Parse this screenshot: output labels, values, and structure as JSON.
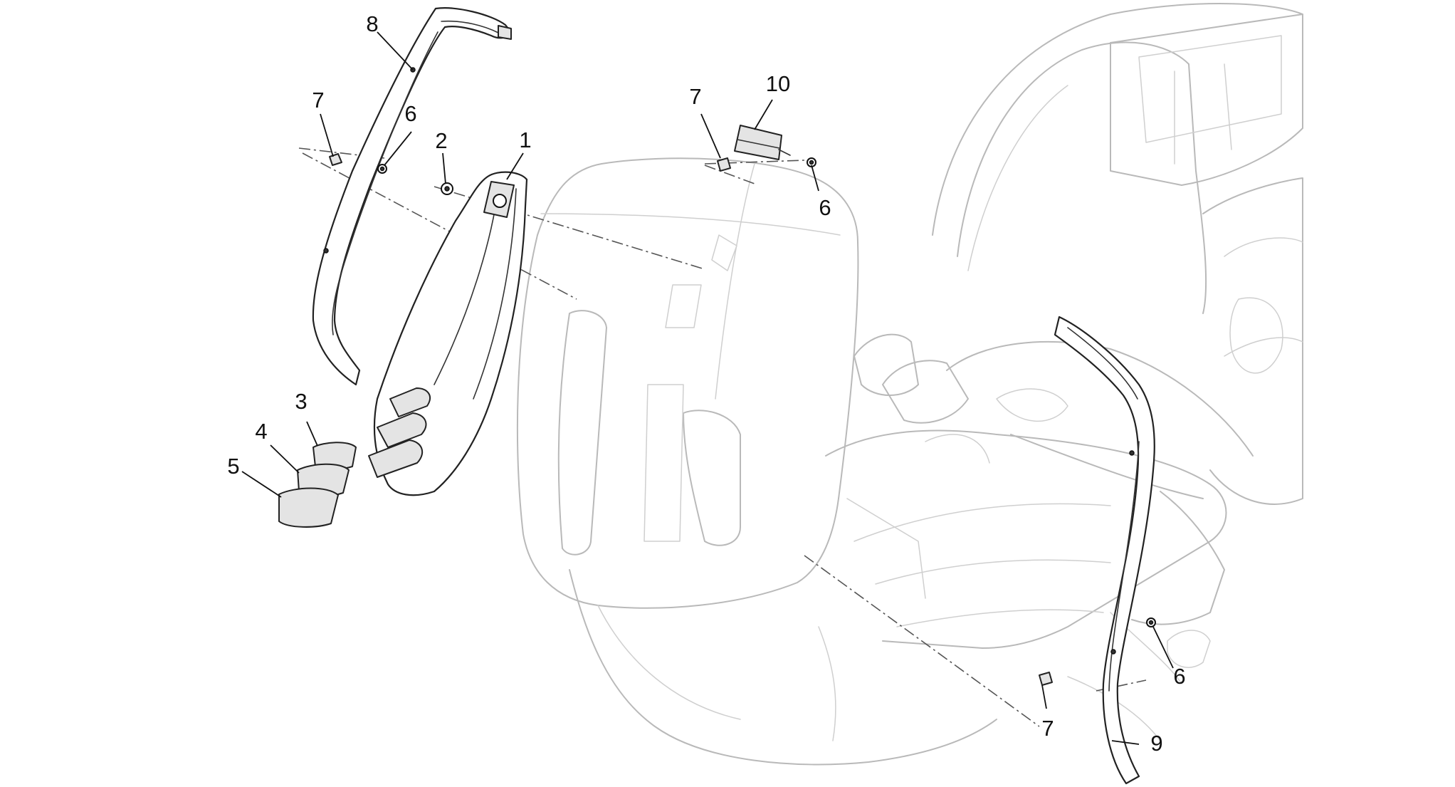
{
  "diagram": {
    "callouts": [
      {
        "id": "c8",
        "label": "8"
      },
      {
        "id": "c7a",
        "label": "7"
      },
      {
        "id": "c6a",
        "label": "6"
      },
      {
        "id": "c2",
        "label": "2"
      },
      {
        "id": "c1",
        "label": "1"
      },
      {
        "id": "c7b",
        "label": "7"
      },
      {
        "id": "c10",
        "label": "10"
      },
      {
        "id": "c6b",
        "label": "6"
      },
      {
        "id": "c3",
        "label": "3"
      },
      {
        "id": "c4",
        "label": "4"
      },
      {
        "id": "c5",
        "label": "5"
      },
      {
        "id": "c6c",
        "label": "6"
      },
      {
        "id": "c7c",
        "label": "7"
      },
      {
        "id": "c9",
        "label": "9"
      }
    ]
  }
}
